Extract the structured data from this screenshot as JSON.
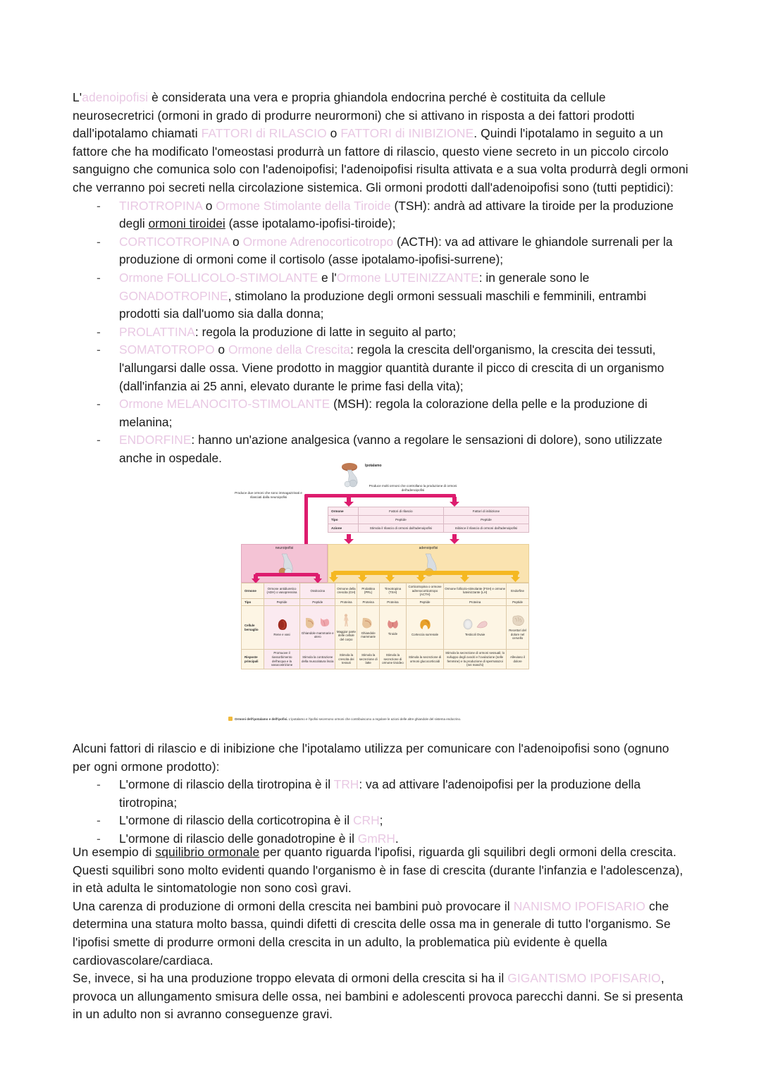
{
  "document": {
    "intro_paragraph": {
      "segments": [
        {
          "text": "L'",
          "style": "normal"
        },
        {
          "text": "adenoipofisi",
          "style": "highlight"
        },
        {
          "text": " è considerata una vera e propria ghiandola endocrina perché è costituita da cellule neurosecretrici (ormoni in grado di produrre neurormoni) che si attivano in risposta a dei fattori prodotti dall'ipotalamo chiamati ",
          "style": "normal"
        },
        {
          "text": "FATTORI di RILASCIO",
          "style": "highlight"
        },
        {
          "text": " o ",
          "style": "normal"
        },
        {
          "text": "FATTORI di INIBIZIONE",
          "style": "highlight"
        },
        {
          "text": ". Quindi l'ipotalamo in seguito a un fattore che ha modificato l'omeostasi produrrà un fattore di rilascio, questo viene secreto in un piccolo circolo sanguigno che comunica solo con l'adenoipofisi; l'adenoipofisi risulta attivata e a sua volta produrrà degli ormoni che verranno poi secreti nella circolazione sistemica. Gli ormoni prodotti dall'adenoipofisi sono (tutti peptidici):",
          "style": "normal"
        }
      ]
    },
    "hormone_list": [
      {
        "dash": "-",
        "segments": [
          {
            "text": "TIROTROPINA",
            "style": "highlight"
          },
          {
            "text": " o ",
            "style": "normal"
          },
          {
            "text": "Ormone Stimolante della Tiroide",
            "style": "highlight"
          },
          {
            "text": " (TSH): andrà ad attivare la tiroide per la produzione degli ",
            "style": "normal"
          },
          {
            "text": "ormoni tiroidei",
            "style": "underline"
          },
          {
            "text": " (asse ipotalamo-ipofisi-tiroide);",
            "style": "normal"
          }
        ]
      },
      {
        "dash": "-",
        "segments": [
          {
            "text": "CORTICOTROPINA",
            "style": "highlight"
          },
          {
            "text": " o ",
            "style": "normal"
          },
          {
            "text": "Ormone Adrenocorticotropo",
            "style": "highlight"
          },
          {
            "text": " (ACTH): va ad attivare le ghiandole surrenali per la produzione di ormoni come il cortisolo (asse ipotalamo-ipofisi-surrene);",
            "style": "normal"
          }
        ]
      },
      {
        "dash": "-",
        "segments": [
          {
            "text": "Ormone FOLLICOLO-STIMOLANTE",
            "style": "highlight"
          },
          {
            "text": " e l'",
            "style": "normal"
          },
          {
            "text": "Ormone LUTEINIZZANTE",
            "style": "highlight"
          },
          {
            "text": ": in generale sono le ",
            "style": "normal"
          },
          {
            "text": "GONADOTROPINE",
            "style": "highlight"
          },
          {
            "text": ", stimolano la produzione degli ormoni sessuali maschili e femminili, entrambi prodotti sia dall'uomo sia dalla donna;",
            "style": "normal"
          }
        ]
      },
      {
        "dash": "-",
        "segments": [
          {
            "text": "PROLATTINA",
            "style": "highlight"
          },
          {
            "text": ": regola la produzione di latte in seguito al parto;",
            "style": "normal"
          }
        ]
      },
      {
        "dash": "-",
        "segments": [
          {
            "text": "SOMATOTROPO",
            "style": "highlight"
          },
          {
            "text": " o ",
            "style": "normal"
          },
          {
            "text": "Ormone della Crescita",
            "style": "highlight"
          },
          {
            "text": ": regola la crescita dell'organismo, la crescita dei tessuti, l'allungarsi dalle ossa. Viene prodotto in maggior quantità durante il picco di crescita di un organismo (dall'infanzia ai 25 anni, elevato durante le prime fasi della vita);",
            "style": "normal"
          }
        ]
      },
      {
        "dash": "-",
        "segments": [
          {
            "text": "Ormone MELANOCITO-STIMOLANTE",
            "style": "highlight"
          },
          {
            "text": " (MSH): regola la colorazione della pelle e la produzione di melanina;",
            "style": "normal"
          }
        ]
      },
      {
        "dash": "-",
        "segments": [
          {
            "text": "ENDORFINE",
            "style": "highlight"
          },
          {
            "text": ": hanno un'azione analgesica (vanno a regolare le sensazioni di dolore), sono utilizzate anche in ospedale.",
            "style": "normal"
          }
        ]
      }
    ],
    "post_figure_paragraph": {
      "segments": [
        {
          "text": "Alcuni fattori di rilascio e di inibizione che l'ipotalamo utilizza per comunicare con l'adenoipofisi sono (ognuno per ogni ormone prodotto):",
          "style": "normal"
        }
      ]
    },
    "releasing_factor_list": [
      {
        "dash": "-",
        "segments": [
          {
            "text": "L'ormone di rilascio della tirotropina è il ",
            "style": "normal"
          },
          {
            "text": "TRH",
            "style": "highlight"
          },
          {
            "text": ": va ad attivare l'adenoipofisi per la produzione della tirotropina;",
            "style": "normal"
          }
        ]
      },
      {
        "dash": "-",
        "segments": [
          {
            "text": "L'ormone di rilascio della corticotropina è il ",
            "style": "normal"
          },
          {
            "text": "CRH",
            "style": "highlight"
          },
          {
            "text": ";",
            "style": "normal"
          }
        ]
      },
      {
        "dash": "-",
        "segments": [
          {
            "text": "L'ormone di rilascio delle gonadotropine è il ",
            "style": "normal"
          },
          {
            "text": "GmRH",
            "style": "highlight"
          },
          {
            "text": ".",
            "style": "normal"
          }
        ]
      }
    ],
    "final_paragraphs": [
      {
        "segments": [
          {
            "text": "Un esempio di ",
            "style": "normal"
          },
          {
            "text": "squilibrio ormonale",
            "style": "underline"
          },
          {
            "text": " per quanto riguarda l'ipofisi, riguarda gli squilibri degli ormoni della crescita. Questi squilibri sono molto evidenti quando l'organismo è in fase di crescita (durante l'infanzia e l'adolescenza), in età adulta le sintomatologie non sono così gravi.",
            "style": "normal"
          }
        ]
      },
      {
        "segments": [
          {
            "text": "Una carenza di produzione di ormoni della crescita nei bambini può provocare il ",
            "style": "normal"
          },
          {
            "text": "NANISMO IPOFISARIO",
            "style": "highlight"
          },
          {
            "text": " che determina una statura molto bassa, quindi difetti di crescita delle ossa ma in generale di tutto l'organismo. Se l'ipofisi smette di produrre ormoni della crescita in un adulto, la problematica più evidente è quella cardiovascolare/cardiaca.",
            "style": "normal"
          }
        ]
      },
      {
        "segments": [
          {
            "text": "Se, invece, si ha una produzione troppo elevata di ormoni della crescita si ha il ",
            "style": "normal"
          },
          {
            "text": "GIGANTISMO IPOFISARIO",
            "style": "highlight"
          },
          {
            "text": ", provoca un allungamento smisura delle ossa, nei bambini e adolescenti provoca parecchi danni. Se si presenta in un adulto non si avranno conseguenze gravi.",
            "style": "normal"
          }
        ]
      }
    ]
  },
  "figure": {
    "hypothalamus_label": "Ipotalamo",
    "hypothalamus_note": "Produce molti ormoni che controllano la produzione di ormoni dell'adenoipofisi",
    "left_note": "Produce due ormoni che sono immagazzinati e rilasciati dalla neuroipofisi",
    "neuro_band_label": "neuroipofisi",
    "adeno_band_label": "adenoipofisi",
    "top_table": {
      "row_labels": [
        "Ormone",
        "Tipo",
        "Azione"
      ],
      "columns": [
        "Fattori di rilascio",
        "Fattori di inibizione"
      ],
      "rows": [
        [
          "Peptide",
          "Peptide"
        ],
        [
          "Stimola il rilascio di ormoni dall'adenoipofisi",
          "Inibisce il rilascio di ormoni dall'adenoipofisi"
        ]
      ]
    },
    "main_table": {
      "row_labels": [
        "Ormone",
        "Tipo",
        "Cellule bersaglio",
        "Risposte principali"
      ],
      "columns": [
        {
          "group": "neuroipofisi",
          "ormone": "Ormone antidiuretico (ADH) o vasopressina",
          "tipo": "Peptide",
          "bersaglio": "Rene e vasi",
          "organ": "kidney-icon",
          "risposta": "Promuove il riassorbimento dell'acqua e la vasocostrizione"
        },
        {
          "group": "neuroipofisi",
          "ormone": "Ossitocina",
          "tipo": "Peptide",
          "bersaglio": "Ghiandole mammarie e utero",
          "organ": "breast-uterus-icon",
          "risposta": "Stimola la contrazione della muscolatura liscia"
        },
        {
          "group": "adenoipofisi",
          "ormone": "Ormone della crescita (GH)",
          "tipo": "Proteina",
          "bersaglio": "Maggior parte delle cellule del corpo",
          "organ": "body-icon",
          "risposta": "Stimola la crescita dei tessuti"
        },
        {
          "group": "adenoipofisi",
          "ormone": "Prolattina (PRL)",
          "tipo": "Proteina",
          "bersaglio": "Ghiandole mammarie",
          "organ": "breast-icon",
          "risposta": "Stimola la secrezione di latte"
        },
        {
          "group": "adenoipofisi",
          "ormone": "Tireotropina (TSH)",
          "tipo": "Proteina",
          "bersaglio": "Tiroide",
          "organ": "thyroid-icon",
          "risposta": "Stimola la secrezione di ormone tiroideo"
        },
        {
          "group": "adenoipofisi",
          "ormone": "Corticotropina o ormone adrenocorticotropo (ACTH)",
          "tipo": "Peptide",
          "bersaglio": "Corteccia surrenale",
          "organ": "adrenal-icon",
          "risposta": "Stimola la secrezione di ormoni glucocorticoidi"
        },
        {
          "group": "adenoipofisi",
          "ormone": "Ormone follicolo-stimolante (FSH) e ormone luteinizzante (LH)",
          "tipo": "Proteina",
          "bersaglio": "Testicoli      Ovaie",
          "organ": "gonads-icon",
          "risposta": "Stimola la secrezione di ormoni sessuali; lo sviluppo degli ovociti e l'ovulazione (nelle femmine) e la produzione di spermatozoi (nei maschi)"
        },
        {
          "group": "adenoipofisi",
          "ormone": "Endorfine",
          "tipo": "Peptide",
          "bersaglio": "Recettori del dolore nel cervello",
          "organ": "brain-icon",
          "risposta": "Alleviano il dolore"
        }
      ]
    },
    "caption": {
      "title": "Ormoni dell'ipotalamo e dell'ipofisi.",
      "text": " L'ipotalamo e l'ipofisi secernono ormoni che contribuiscono a regolare le azioni delle altre ghiandole del sistema endocrino."
    }
  },
  "colors": {
    "highlight_pink": "#e9c9e4",
    "pipe_magenta": "#dd1c6e",
    "pipe_yellow": "#f5b821",
    "neuro_band": "#f4c3d5",
    "adeno_band": "#fae3b0",
    "table_cream": "#fdf5e4",
    "table_pink": "#fbeaf0",
    "text_black": "#1a1a1a"
  }
}
